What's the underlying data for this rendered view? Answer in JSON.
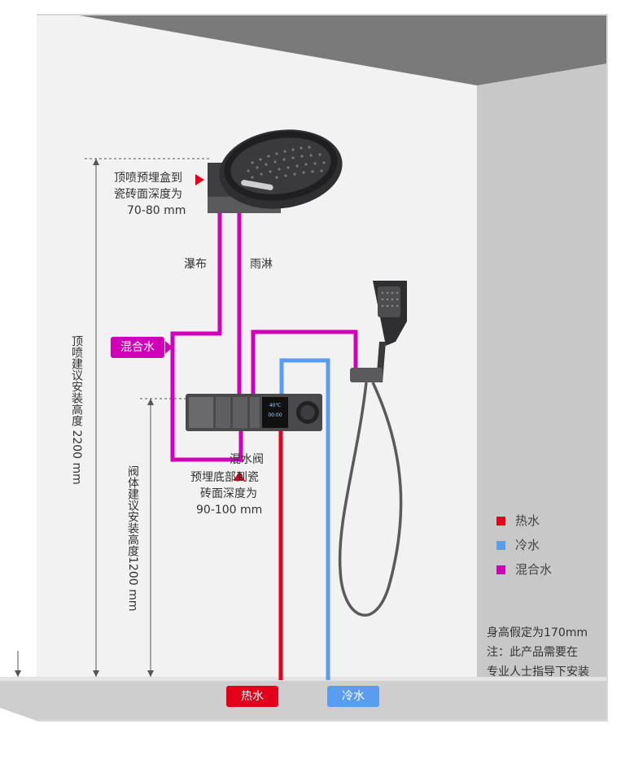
{
  "colors": {
    "hot": "#e3001b",
    "cold": "#5a9cf0",
    "mix": "#d000b8",
    "wall": "#f2f2f2",
    "side_wall": "#c9c9c9",
    "ceiling": "#7b7b7b",
    "floor": "#cfcfcf",
    "fixture": "#4a4a4c"
  },
  "labels": {
    "head_depth": [
      "顶喷预埋盒到",
      "瓷砖面深度为",
      "70-80 mm"
    ],
    "waterfall": "瀑布",
    "rain": "雨淋",
    "mix_tag": "混合水",
    "valve_depth": [
      "混水阀",
      "预埋底部到瓷",
      "砖面深度为",
      "90-100 mm"
    ],
    "head_height": "顶喷建议安装高度 2200 mm",
    "valve_height": "阀体建议安装高度1200 mm",
    "hot_tag": "热水",
    "cold_tag": "冷水",
    "display_line1": "40℃",
    "display_line2": "00:00"
  },
  "legend": [
    {
      "label": "热水",
      "color": "#e3001b"
    },
    {
      "label": "冷水",
      "color": "#5a9cf0"
    },
    {
      "label": "混合水",
      "color": "#d000b8"
    }
  ],
  "notes": [
    "身高假定为170mm",
    "注：此产品需要在",
    "专业人士指导下安装"
  ],
  "icons": {
    "shower_head": "rain-shower-head-icon",
    "hand_shower": "hand-shower-icon",
    "valve": "thermostatic-valve-icon",
    "pointer": "triangle-pointer-icon"
  }
}
